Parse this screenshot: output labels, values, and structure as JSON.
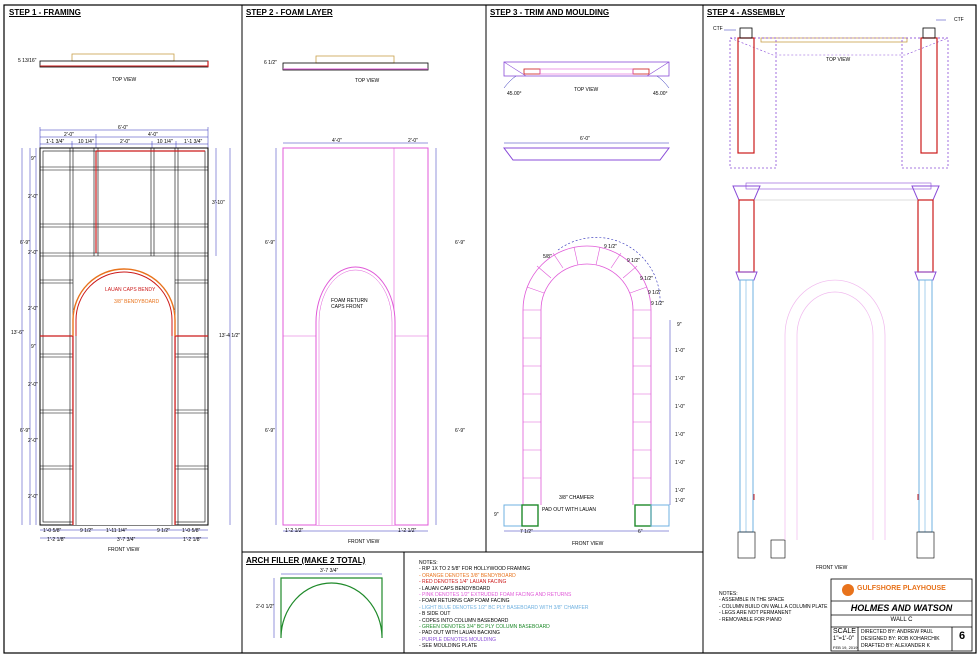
{
  "sections": {
    "step1": {
      "title": "STEP 1 - FRAMING",
      "top_view": "TOP VIEW",
      "front_view": "FRONT VIEW",
      "top_dim": "5 13/16\"",
      "dims_top": [
        "6'-0\"",
        "2'-0\"",
        "4'-0\"",
        "1'-1 3/4\"",
        "10 1/4\"",
        "2'-0\"",
        "10 1/4\"",
        "1'-1 3/4\""
      ],
      "dims_left": [
        "9\"",
        "2'-0\"",
        "2'-0\"",
        "2'-0\"",
        "9\"",
        "2'-0\"",
        "2'-0\"",
        "2'-0\"",
        "6'-9\"",
        "6'-9\"",
        "13'-6\""
      ],
      "dims_right": [
        "3'-10\"",
        "13'-4 1/2\""
      ],
      "dims_bottom": [
        "1'-0 5/8\"",
        "9 1/2\"",
        "1'-11 1/4\"",
        "9 1/2\"",
        "1'-0 5/8\"",
        "1'-2 1/8\"",
        "3'-7 3/4\"",
        "1'-2 1/8\""
      ],
      "note_red": "LAUAN CAPS BENDY",
      "note_orange": "3/8\" BENDYBOARD"
    },
    "step2": {
      "title": "STEP 2 - FOAM LAYER",
      "top_view": "TOP VIEW",
      "front_view": "FRONT VIEW",
      "top_dim": "6 1/2\"",
      "dim_a": "4'-0\"",
      "dim_b": "2'-0\"",
      "dim_l1": "6'-9\"",
      "dim_l2": "6'-9\"",
      "dim_r1": "6'-9\"",
      "dim_r2": "6'-9\"",
      "dim_bl": "1'-2 1/2\"",
      "dim_br": "1'-2 1/2\"",
      "note": "FOAM RETURN",
      "note2": "CAPS FRONT"
    },
    "step3": {
      "title": "STEP 3 - TRIM AND MOULDING",
      "top_view": "TOP VIEW",
      "front_view": "FRONT VIEW",
      "angle_l": "45.00°",
      "angle_r": "45.00°",
      "dim_w": "6'-0\"",
      "arc_dims": [
        "5/8\"",
        "9 1/2\"",
        "9 1/2\"",
        "9 1/2\"",
        "9 1/2\"",
        "9 1/2\""
      ],
      "right_dims": [
        "9\"",
        "1'-0\"",
        "1'-0\"",
        "1'-0\"",
        "1'-0\"",
        "1'-0\"",
        "1'-0\"",
        "1'-0\""
      ],
      "chamfer": "3/8\" CHAMFER",
      "pad": "PAD OUT WITH LAUAN",
      "dim_9": "9\"",
      "dim_bl": "7 1/2\"",
      "dim_br": "6\""
    },
    "step4": {
      "title": "STEP 4 - ASSEMBLY",
      "top_view": "TOP VIEW",
      "front_view": "FRONT VIEW",
      "ctf_l": "CTF",
      "ctf_r": "CTF",
      "notes": [
        "NOTES:",
        "- ASSEMBLE IN THE SPACE",
        "- COLUMN BUILD ON WALL A COLUMN PLATE",
        "- LEGS ARE NOT PERMANENT",
        "- REMOVABLE FOR PIANO"
      ]
    },
    "arch_filler": {
      "title": "ARCH FILLER (MAKE 2 TOTAL)",
      "dim_w": "3'-7 3/4\"",
      "dim_h": "2'-0 1/2\""
    }
  },
  "notes": [
    {
      "text": "NOTES:",
      "color": "#000000"
    },
    {
      "text": "- RIP 1X TO 2 5/8\" FOR HOLLYWOOD FRAMING",
      "color": "#000000"
    },
    {
      "text": "- ORANGE DENOTES 3/8\" BENDYBOARD",
      "color": "#e8731c",
      "lead": "ORANGE"
    },
    {
      "text": "- RED DENOTES 1/4\" LAUAN FACING",
      "color": "#cc1a1a",
      "lead": "RED"
    },
    {
      "text": "   - LAUAN CAPS BENDYBOARD",
      "color": "#000000"
    },
    {
      "text": "- PINK DENOTES 1/2\" EXTRUDED FOAM FACING AND RETURNS",
      "color": "#e05ad8",
      "lead": "PINK"
    },
    {
      "text": "   - FOAM RETURNS CAP FOAM FACING",
      "color": "#000000"
    },
    {
      "text": "- LIGHT BLUE DENOTES 1/2\" BC PLY BASEBOARD WITH 3/8\" CHAMFER",
      "color": "#6fb1e0",
      "lead": "LIGHT BLUE"
    },
    {
      "text": "   - B SIDE OUT",
      "color": "#000000"
    },
    {
      "text": "   - COPES INTO COLUMN BASEBOARD",
      "color": "#000000"
    },
    {
      "text": "- GREEN DENOTES 3/4\" BC PLY COLUMN BASEBOARD",
      "color": "#1f8a2a",
      "lead": "GREEN"
    },
    {
      "text": "   - PAD OUT WITH LAUAN BACKING",
      "color": "#000000"
    },
    {
      "text": "- PURPLE DENOTES MOULDING",
      "color": "#8a4cd8",
      "lead": "PURPLE"
    },
    {
      "text": "   - SEE MOULDING PLATE",
      "color": "#000000"
    }
  ],
  "title_block": {
    "company": "GULFSHORE PLAYHOUSE",
    "show": "HOLMES AND WATSON",
    "plate": "WALL C",
    "scale_label": "SCALE",
    "scale": "1\"=1'-0\"",
    "date": "FEB 19, 2019",
    "directed": "DIRECTED BY: ANDREW PAUL",
    "designed": "DESIGNED BY: ROB KOHARCHIK",
    "drafted": "DRAFTED BY: ALEXANDER K",
    "page": "6"
  },
  "colors": {
    "red": "#cc1a1a",
    "orange": "#e8731c",
    "pink": "#e05ad8",
    "blue": "#6fb1e0",
    "green": "#1f8a2a",
    "purple": "#8a4cd8",
    "dim": "#2a2ab8"
  }
}
